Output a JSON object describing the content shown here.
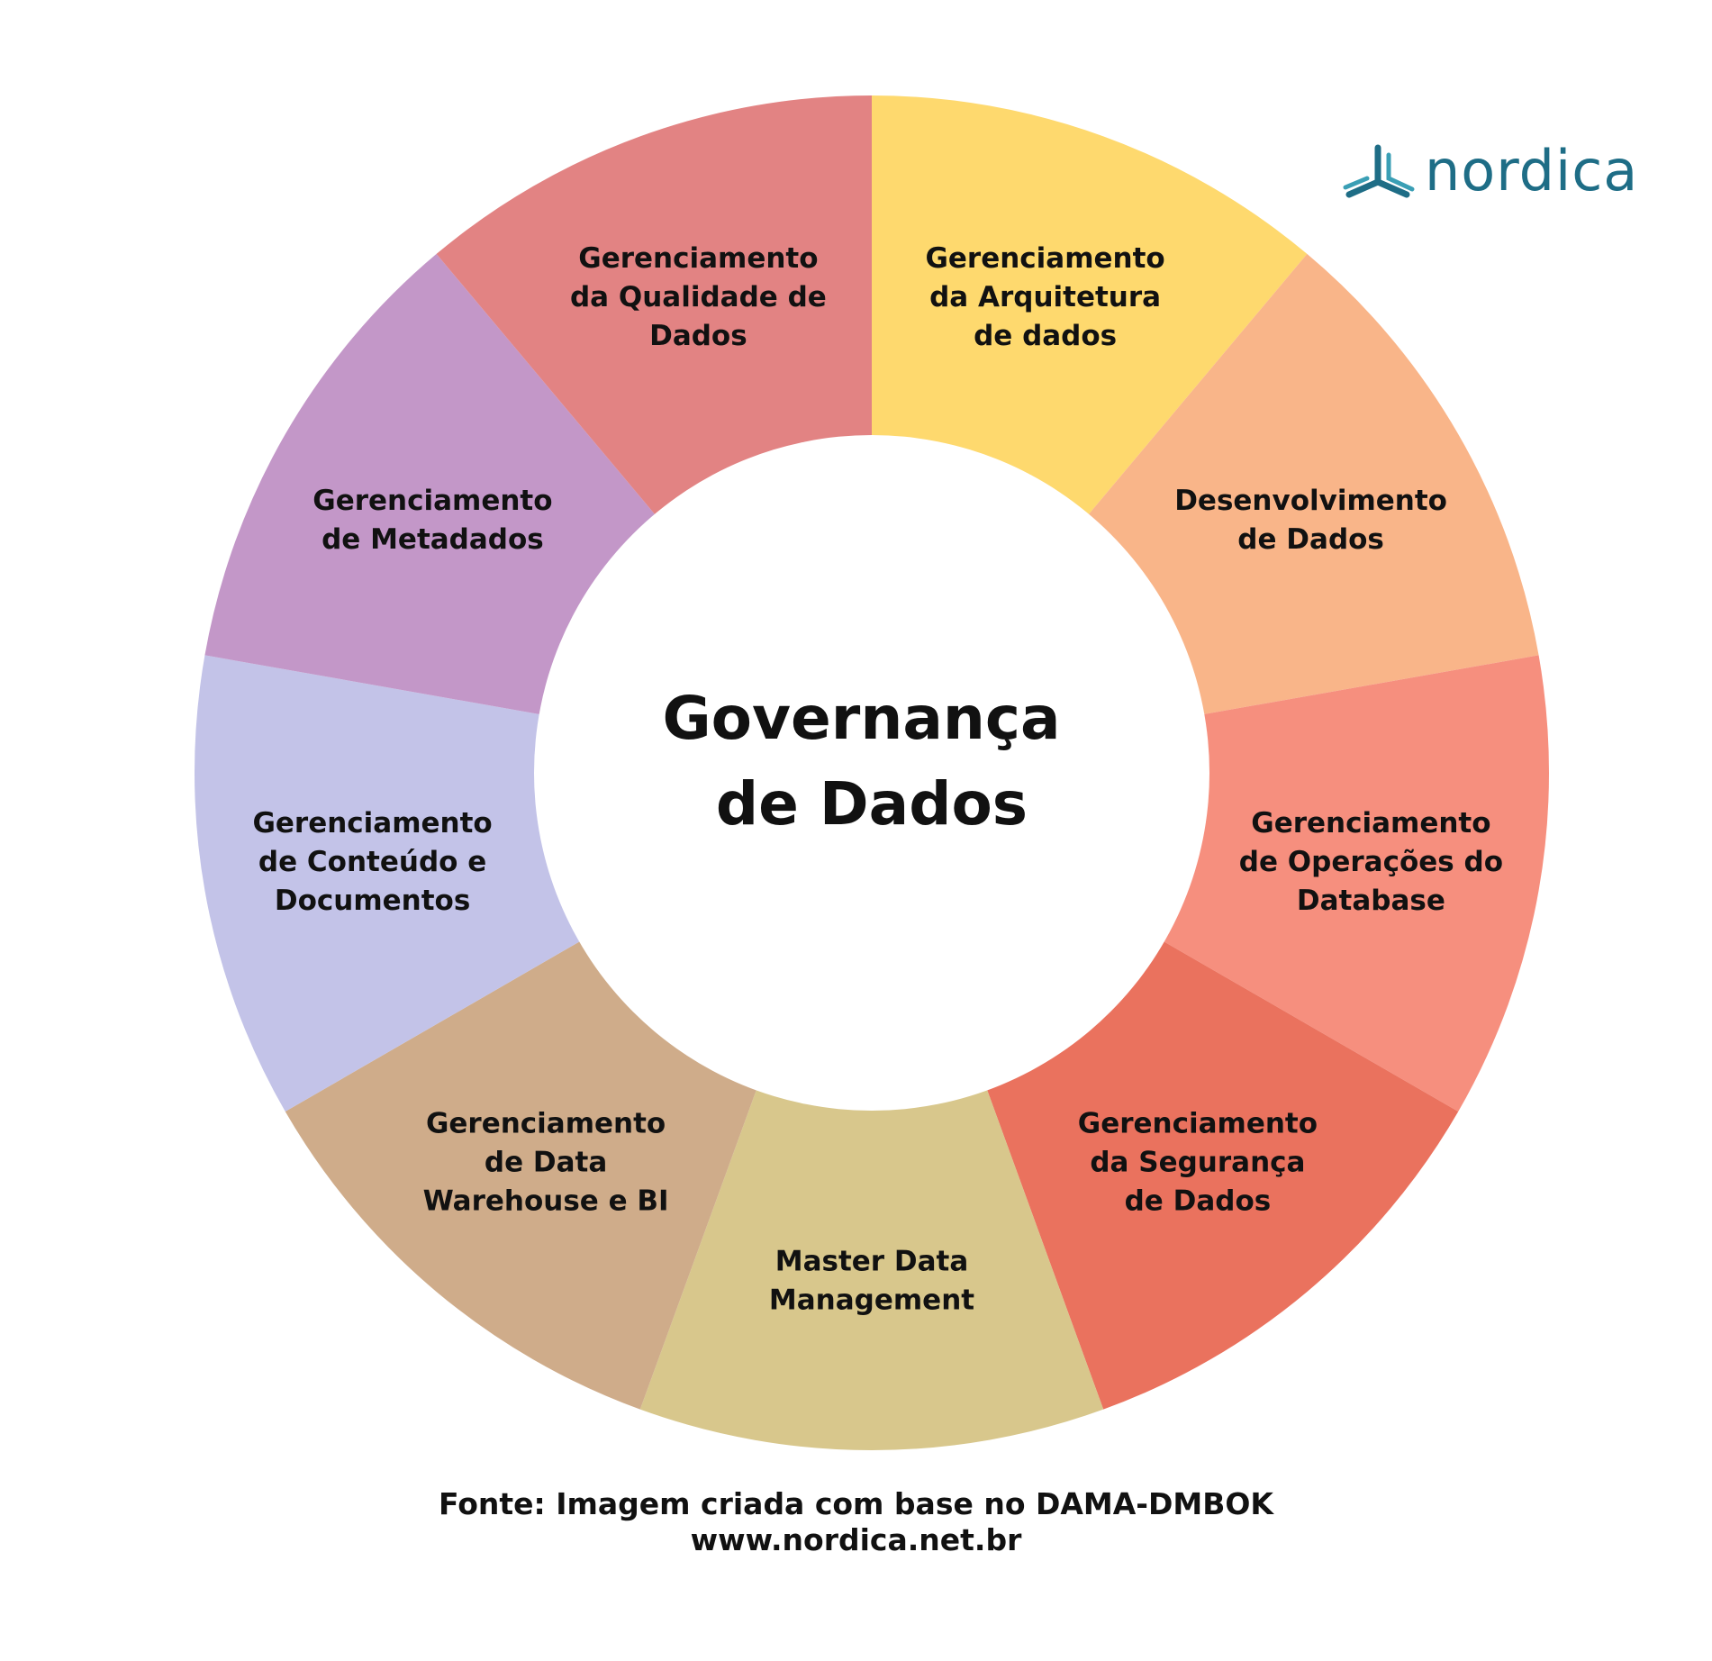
{
  "center": {
    "title_lines": [
      "Governança",
      "de Dados"
    ]
  },
  "segments": [
    {
      "lines": [
        "Gerenciamento",
        "da Arquitetura",
        "de dados"
      ],
      "color": "#fed96e"
    },
    {
      "lines": [
        "Desenvolvimento",
        "de Dados"
      ],
      "color": "#f9b589"
    },
    {
      "lines": [
        "Gerenciamento",
        "de Operações do",
        "Database"
      ],
      "color": "#f68f7e"
    },
    {
      "lines": [
        "Gerenciamento",
        "da Segurança",
        "de Dados"
      ],
      "color": "#ea725e"
    },
    {
      "lines": [
        "Master Data",
        "Management"
      ],
      "color": "#d8c78c"
    },
    {
      "lines": [
        "Gerenciamento",
        "de Data",
        "Warehouse e BI"
      ],
      "color": "#cfac8a"
    },
    {
      "lines": [
        "Gerenciamento",
        "de Conteúdo e",
        "Documentos"
      ],
      "color": "#c3c3e8"
    },
    {
      "lines": [
        "Gerenciamento",
        "de Metadados"
      ],
      "color": "#c397c8"
    },
    {
      "lines": [
        "Gerenciamento",
        "da Qualidade de",
        "Dados"
      ],
      "color": "#e28383"
    }
  ],
  "logo": {
    "text": "nordica",
    "icon": "nordica-logo-icon",
    "color": "#1e6d86"
  },
  "footer": {
    "source": "Fonte: Imagem criada com base no DAMA-DMBOK",
    "url": "www.nordica.net.br"
  }
}
